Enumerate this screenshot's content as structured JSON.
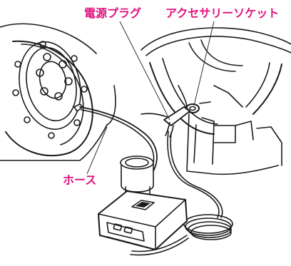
{
  "labels": {
    "power_plug": "電源プラグ",
    "accessory_socket": "アクセサリーソケット",
    "hose": "ホース"
  },
  "colors": {
    "callout_text": "#e0137f",
    "line_art": "#1a1a1a",
    "pointer_line": "#333333",
    "background": "#ffffff"
  },
  "icons": {
    "illustration": "tire-inflator-connection-illustration"
  }
}
